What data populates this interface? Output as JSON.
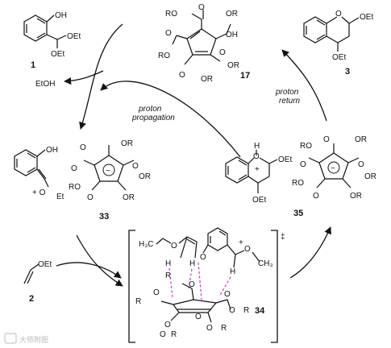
{
  "compounds": {
    "c1": {
      "number": "1",
      "oh": "OH",
      "oet_top": "OEt",
      "oet_bottom": "OEt"
    },
    "c3": {
      "number": "3",
      "oet_top": "OEt",
      "oet_bottom": "OEt",
      "ring_o": "O"
    },
    "c17": {
      "number": "17"
    },
    "c33": {
      "number": "33",
      "oh": "OH",
      "oxocarbenium": "+ O",
      "et": "Et"
    },
    "c2": {
      "number": "2",
      "oet": "OEt"
    },
    "c34": {
      "number": "34",
      "dagger": "‡",
      "h3c": "H₃C",
      "ch3": "CH₃",
      "r": "R"
    },
    "c35": {
      "number": "35",
      "h": "H",
      "o_plus": "O",
      "oet_top": "OEt",
      "oet_bottom": "OEt"
    }
  },
  "ester_labels": {
    "ro": "RO",
    "or": "OR",
    "o": "O",
    "oh": "OH",
    "r": "R",
    "h": "H"
  },
  "byproducts": {
    "etoh": "EtOH"
  },
  "arrow_labels": {
    "proton_propagation": [
      "proton",
      "propagation"
    ],
    "proton_return": [
      "proton",
      "return"
    ]
  },
  "watermark": {
    "text": "大师附图"
  }
}
